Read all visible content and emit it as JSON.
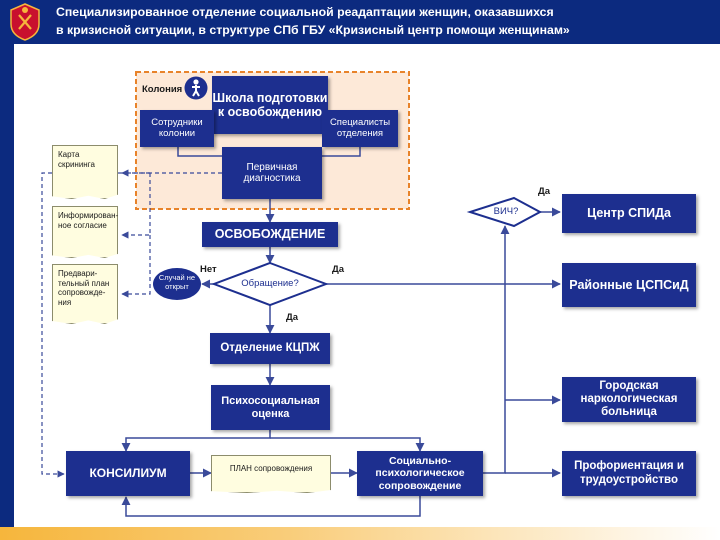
{
  "header": {
    "line1": "Специализированное отделение социальной реадаптации женщин, оказавшихся",
    "line2": "в кризисной ситуации, в структуре СПб ГБУ «Кризисный центр помощи женщинам»",
    "emblem_icon": "coat-of-arms-icon"
  },
  "colors": {
    "header": "#0c2a7f",
    "box": "#1d2f8f",
    "dashed_area": "#e8832a",
    "doc": "#fffde0",
    "accent": "#f6b63c"
  },
  "diagram": {
    "colony_label": "Колония",
    "person_icon": "person-icon",
    "school": "Школа подготовки к освобождению",
    "colony_staff": "Сотрудники колонии",
    "dept_specialists": "Специалисты отделения",
    "primary_diagnostics": "Первичная диагностика",
    "release": "ОСВОБОЖДЕНИЕ",
    "appeal": "Обращение?",
    "case_not_opened": "Случай не открыт",
    "hiv": "ВИЧ?",
    "kcpzh_dept": "Отделение КЦПЖ",
    "psychosocial": "Психосоциальная оценка",
    "council": "КОНСИЛИУМ",
    "support_plan": "ПЛАН сопровождения",
    "social_support": "Социально-психологическое сопровождение",
    "aids_center": "Центр СПИДа",
    "district_centers": "Районные ЦСПСиД",
    "narcology": "Городская наркологическая больница",
    "career": "Профориентация и трудоустройство",
    "docs": {
      "screening": "Карта скрининга",
      "consent": "Информирован-ное согласие",
      "prelim_plan": "Предвари-тельный план сопровожде-ния"
    },
    "labels": {
      "yes": "Да",
      "no": "Нет"
    }
  }
}
